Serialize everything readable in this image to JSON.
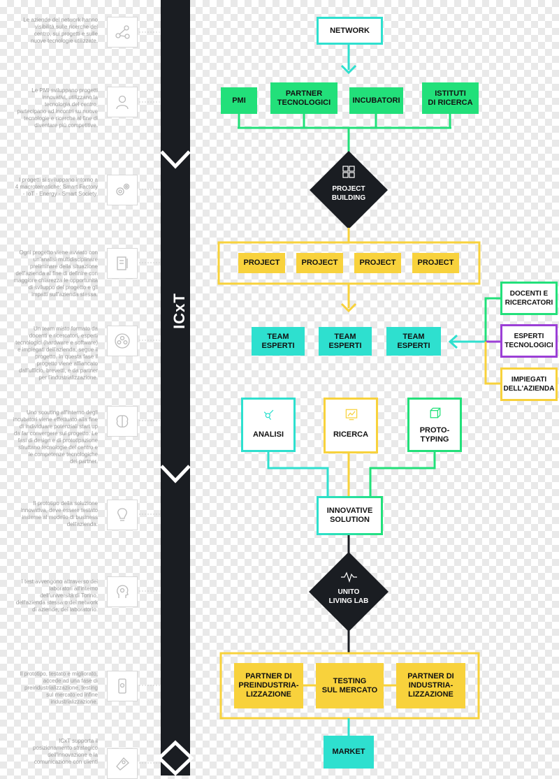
{
  "title": "ICxT",
  "descriptions": [
    "Le aziende del network hanno\nvisibilità sulle ricerche del\ncentro, sui progetti e sulle\nnuove tecnologie utilizzate.",
    "Le PMI sviluppano progetti\ninnovativi, utilizzano la\ntecnologia del centro,\npartecipano ad incontri su nuove\ntecnologie e ricerche al fine di\ndiventare più competitive.",
    "I progetti si sviluppano intorno a\n4 macrotematiche: Smart Factory\n- IoT - Energy - Smart Society.",
    "Ogni progetto viene avviato con\nun'analisi multidisciplinare\npreliminare della situazione\ndell'azienda al fine di definire con\nmaggiore chiarezza le opportunità\ndi sviluppo del progetto e gli\nimpatti sull'azienda stessa.",
    "Un team misto formato da\ndocenti e ricercatori, esperti\ntecnologici (hardware e software)\ne impiegati dell'azienda, segue il\nprogetto. In questa fase il\nprogetto viene affiancato\ndall'ufficio, brevetti, e da partner\nper l'industrializzazione.",
    "Uno scouting all'interno degli\nincubatori viene effettuato alla fine\ndi individuare potenziali start up\nda far convergere sul progetto. Le\nfasi di design e di prototipazione\nsfruttano tecnologie del centro e\nle competenze tecnologiche\ndei partner.",
    "Il prototipo della soluzione\ninnovativa, deve essere testato\ninsieme al modello di business\ndell'azienda.",
    "I test avvengono attraverso dei\nlaboratori all'interno\ndell'università di Torino,\ndell'azienda stessa o del network\ndi aziende, del laboratorio.",
    "Il prototipo, testato e migliorato,\naccede ad una fase di\npreindustrializzazione, testing\nsul mercato ed infine\nindustrializzazione.",
    "ICxT supporta il\nposizionamento strategico\ndell'innovazione e la\ncomunicazione con clienti"
  ],
  "nodes": {
    "network": "NETWORK",
    "pmi": "PMI",
    "partner_tecnologici": "PARTNER\nTECNOLOGICI",
    "incubatori": "INCUBATORI",
    "istituti": "ISTITUTI\nDI RICERCA",
    "project_building": "PROJECT\nBUILDING",
    "project": [
      "PROJECT",
      "PROJECT",
      "PROJECT",
      "PROJECT"
    ],
    "team": [
      "TEAM\nESPERTI",
      "TEAM\nESPERTI",
      "TEAM\nESPERTI"
    ],
    "docenti": "DOCENTI E\nRICERCATORI",
    "esperti": "ESPERTI\nTECNOLOGICI",
    "impiegati": "IMPIEGATI\nDELL'AZIENDA",
    "analisi": "ANALISI",
    "ricerca": "RICERCA",
    "prototyping": "PROTO-\nTYPING",
    "innovative": "INNOVATIVE\nSOLUTION",
    "unito": "UNITO\nLIVING LAB",
    "preind": "PARTNER DI\nPREINDUSTRIA-\nLIZZAZIONE",
    "testing": "TESTING\nSUL MERCATO",
    "industr": "PARTNER DI\nINDUSTRIA-\nLIZZAZIONE",
    "market": "MARKET"
  },
  "icons": [
    "network-icon",
    "person-icon",
    "gears-icon",
    "document-icon",
    "team-icon",
    "brain-icon",
    "bulb-icon",
    "head-icon",
    "phone-icon",
    "badge-icon"
  ],
  "colors": {
    "green": "#22e07a",
    "teal": "#2ee0cf",
    "yellow": "#f8d23c",
    "purple": "#9b3fd6",
    "dark": "#1a1d22"
  }
}
